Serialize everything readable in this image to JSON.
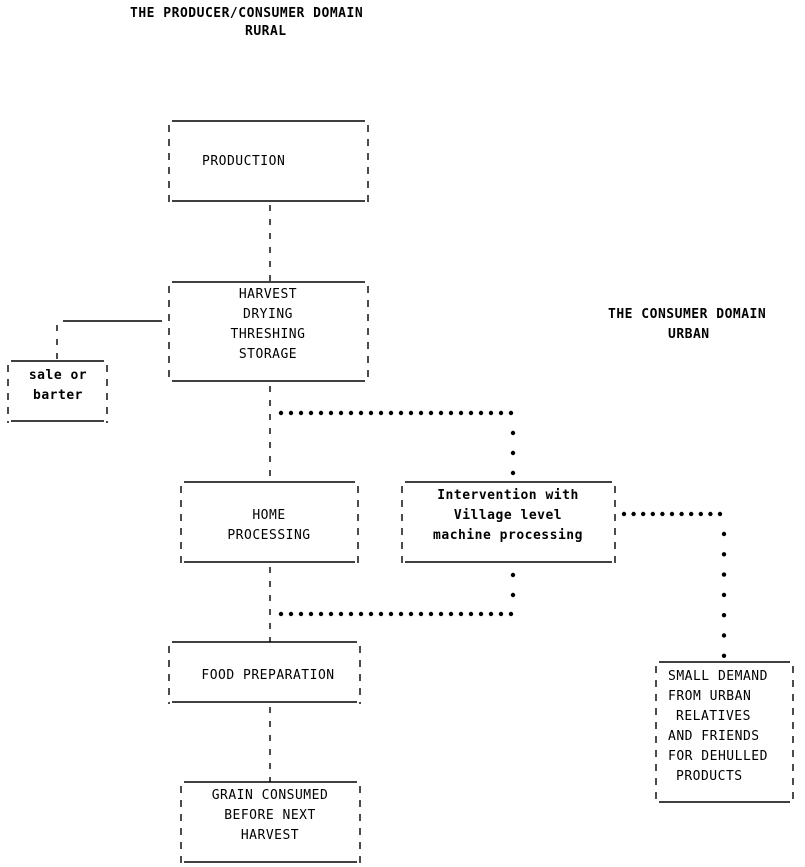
{
  "headings": {
    "rural_title": "THE PRODUCER/CONSUMER DOMAIN",
    "rural_subtitle": "RURAL",
    "urban_title": "THE CONSUMER DOMAIN",
    "urban_subtitle": "URBAN"
  },
  "nodes": {
    "production": {
      "lines": [
        "PRODUCTION"
      ]
    },
    "harvest": {
      "lines": [
        "HARVEST",
        "DRYING",
        "THRESHING",
        "STORAGE"
      ]
    },
    "sale": {
      "lines": [
        "sale or",
        "barter"
      ]
    },
    "home_processing": {
      "lines": [
        "HOME",
        "PROCESSING"
      ]
    },
    "intervention": {
      "lines": [
        "Intervention with",
        "Village level",
        "machine processing"
      ]
    },
    "food_prep": {
      "lines": [
        "FOOD PREPARATION"
      ]
    },
    "grain_consumed": {
      "lines": [
        "GRAIN CONSUMED",
        "BEFORE NEXT",
        "HARVEST"
      ]
    },
    "urban_demand": {
      "lines": [
        "SMALL DEMAND",
        "FROM URBAN",
        "RELATIVES",
        "AND FRIENDS",
        "FOR DEHULLED",
        "PRODUCTS"
      ]
    }
  },
  "edges": [
    {
      "from": "production",
      "to": "harvest",
      "style": "dashed"
    },
    {
      "from": "harvest",
      "to": "sale",
      "style": "dashed"
    },
    {
      "from": "harvest",
      "to": "home_processing",
      "style": "dashed"
    },
    {
      "from": "harvest",
      "to": "intervention",
      "style": "dotted"
    },
    {
      "from": "home_processing",
      "to": "food_prep",
      "style": "dashed"
    },
    {
      "from": "intervention",
      "to": "food_prep",
      "style": "dotted"
    },
    {
      "from": "intervention",
      "to": "urban_demand",
      "style": "dotted"
    },
    {
      "from": "food_prep",
      "to": "grain_consumed",
      "style": "dashed"
    }
  ]
}
